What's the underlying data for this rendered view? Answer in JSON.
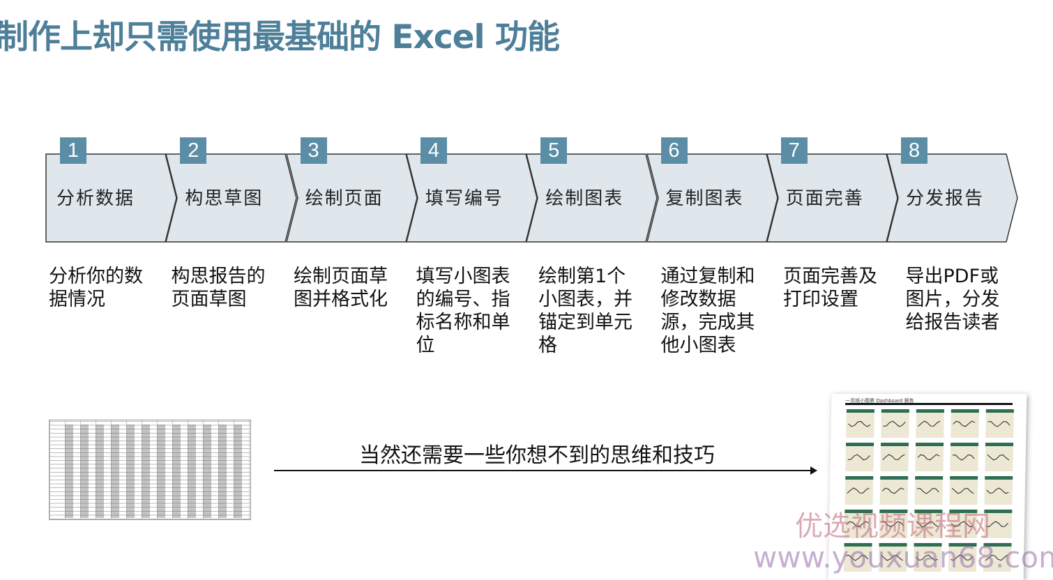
{
  "title": "制作上却只需使用最基础的 Excel 功能",
  "steps": [
    {
      "num": "1",
      "label": "分析数据",
      "desc": "分析你的数据情况"
    },
    {
      "num": "2",
      "label": "构思草图",
      "desc": "构思报告的页面草图"
    },
    {
      "num": "3",
      "label": "绘制页面",
      "desc": "绘制页面草图并格式化"
    },
    {
      "num": "4",
      "label": "填写编号",
      "desc": "填写小图表的编号、指标名称和单位"
    },
    {
      "num": "5",
      "label": "绘制图表",
      "desc": "绘制第1个小图表，并锚定到单元格"
    },
    {
      "num": "6",
      "label": "复制图表",
      "desc": "通过复制和修改数据源，完成其他小图表"
    },
    {
      "num": "7",
      "label": "页面完善",
      "desc": "页面完善及打印设置"
    },
    {
      "num": "8",
      "label": "分发报告",
      "desc": "导出PDF或图片，分发给报告读者"
    }
  ],
  "subtitle": "当然还需要一些你想不到的思维和技巧",
  "dashboard_title": "一页纸小图表 Dashboard 报告",
  "watermark": {
    "line1": "优选视频课程网",
    "line2": "www.youxuan68.com"
  },
  "colors": {
    "title": "#4d7f99",
    "badge": "#5b8ea6",
    "chevron_fill": "#dfe6ec"
  }
}
